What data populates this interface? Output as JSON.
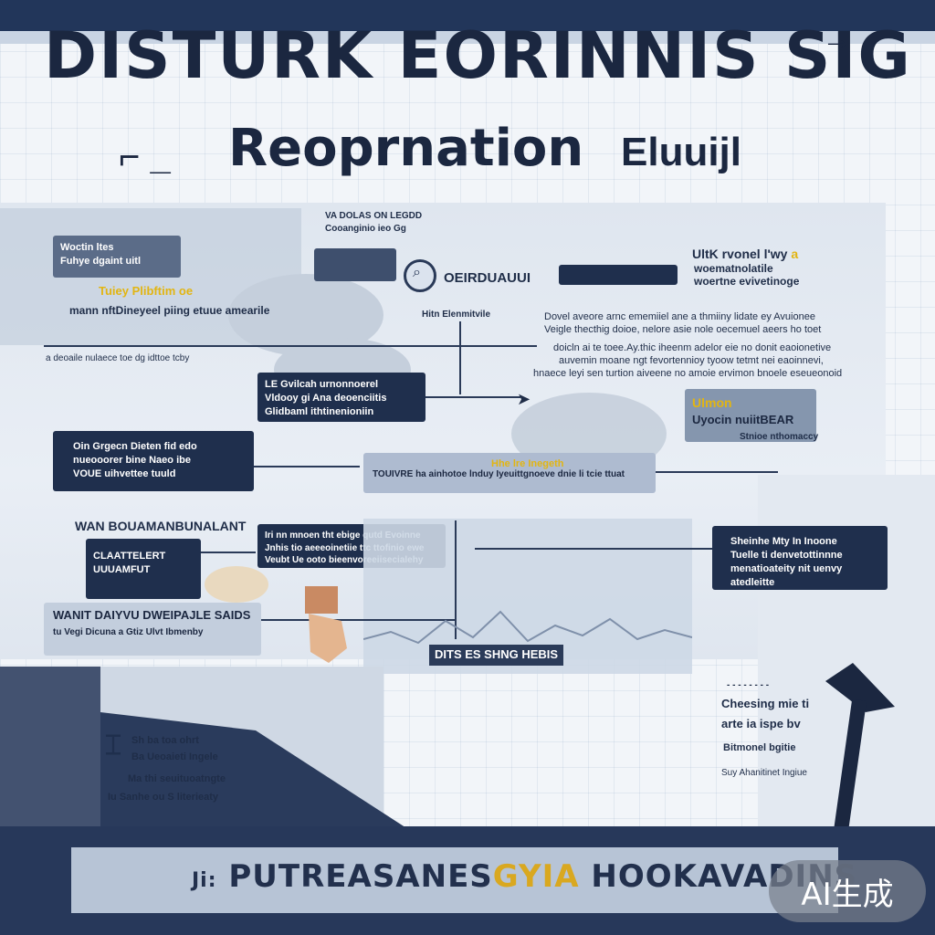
{
  "header": {
    "headline": "DISTURK EORINNIS SIG",
    "headline_arrow": "→",
    "subhead_dash": "⌐ _",
    "subhead": "Reoprnation",
    "subhead_b": "Eluuijl"
  },
  "left_panel": {
    "box1": "Woctin ltes\nFuhye dgaint uitl",
    "yellow_line": "Tuiey Plibftim oe",
    "line2": "mann nftDineyeel piing etuue amearile",
    "rule_caption": "a deoaile nulaece toe dg idttoe tcby"
  },
  "center_top": {
    "caption1": "VA DOLAS ON LEGDD",
    "caption2": "Cooanginio ieo Gg",
    "label": "OEIRDUAUUI",
    "caption3": "Hitn Elenmitvile"
  },
  "right_top": {
    "title": "UltK rvonel l'wy",
    "title_accent": "a",
    "line2": "woematnolatile",
    "line3": "woertne evivetinoge",
    "para1": "Dovel aveore arnc ememiiel ane a thmiiny lidate ey Avuionee",
    "para2": "Veigle thecthig doioe, nelore asie nole oecemuel aeers ho toet",
    "para3": "doicln ai te toee.Ay.thic iheenm adelor eie no donit eaoionetive",
    "para4": "auvemin moane ngt fevortennioy tyoow tetmt nei eaoinnevi,",
    "para5": "hnaece leyi sen turtion aiveene no amoie ervimon bnoele eseueonoid"
  },
  "mid_dark_box": "LE Gvilcah urnonnoerel\nVldooy gi Ana deoenciitis\nGlidbaml ithtinenioniin",
  "left_mid_box": "Oin Grgecn Dieten fid edo\nnueooorer bine Naeo ibe\nVOUE uihvettee tuuld",
  "strip": {
    "lead": "TOUIVRE",
    "text": "ha ainhotoe lnduy Iyeuittgnoeve dnie li tcie ttuat",
    "accent": "Hhe lre Inegeth"
  },
  "right_box": {
    "title": "Ulmon",
    "line": "Uyocin nuiitBEAR",
    "sub": "Stnioe nthomaccy"
  },
  "lower_left": {
    "label": "WAN BOUAMANBUNALANT",
    "dark_lines": "CLAATTELERT\nUUUAMFUT",
    "light_box_title": "WANIT DAIYVU DWEIPAJLE SAIDS",
    "light_box_sub": "tu Vegi Dicuna a Gtiz Ulvt Ibmenby"
  },
  "center_box": "Iri nn mnoen tht ebige qutd Evoinne\nJnhis tio aeeeoinetiie ttc ttofinio ewe\nVeubt Ue ooto bieenvoreeiisecialehy",
  "chart_label": "DITS ES SHNG HEBIS",
  "right_mid_box": "Sheinhe Mty In Inoone\nTuelle ti denvetottinnne\nmenatioateity nit uenvy atedleitte",
  "right_notes": {
    "dotted": "- - - - - - - -",
    "line1": "Cheesing mie ti",
    "line2": "arte ia ispe bv",
    "line3": "Bitmonel bgitie",
    "line4": "Suy Ahanitinet Ingiue"
  },
  "bottom_left_notes": {
    "line1": "Sh ba toa ohrt",
    "line2": "Ba Ueoaieti Ingele",
    "line3": "Ma thi seuituoatngte",
    "line4": "Iu Sanhe ou S literieaty"
  },
  "footer": {
    "lead": "Ji:",
    "title_a": "PUTREASANES",
    "title_accent": "GYIA",
    "title_b": "HOOKAVADINS"
  },
  "badge": "AI生成",
  "colors": {
    "navy": "#1f2f4d",
    "accent_yellow": "#e2b512",
    "panel": "#dfe6ef"
  }
}
